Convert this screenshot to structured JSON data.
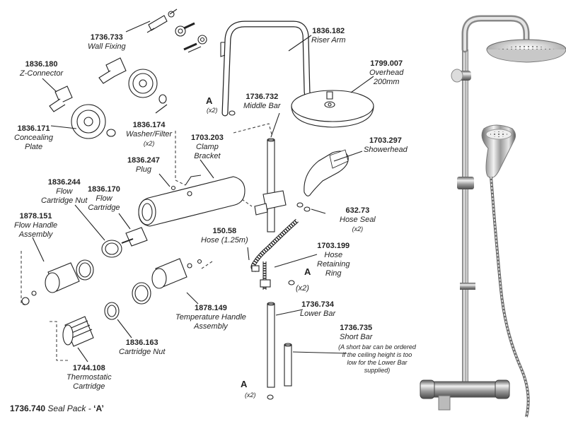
{
  "parts": [
    {
      "id": "wall-fixing",
      "code": "1736.733",
      "desc": "Wall Fixing"
    },
    {
      "id": "riser-arm",
      "code": "1836.182",
      "desc": "Riser Arm"
    },
    {
      "id": "z-connector",
      "code": "1836.180",
      "desc": "Z-Connector"
    },
    {
      "id": "overhead",
      "code": "1799.007",
      "desc1": "Overhead",
      "desc2": "200mm"
    },
    {
      "id": "middle-bar",
      "code": "1736.732",
      "desc": "Middle Bar"
    },
    {
      "id": "concealing-plate",
      "code": "1836.171",
      "desc1": "Concealing",
      "desc2": "Plate"
    },
    {
      "id": "washer-filter",
      "code": "1836.174",
      "desc": "Washer/Filter",
      "qty": "(x2)"
    },
    {
      "id": "clamp-bracket",
      "code": "1703.203",
      "desc1": "Clamp",
      "desc2": "Bracket"
    },
    {
      "id": "showerhead",
      "code": "1703.297",
      "desc": "Showerhead"
    },
    {
      "id": "plug",
      "code": "1836.247",
      "desc": "Plug"
    },
    {
      "id": "flow-cartridge-nut",
      "code": "1836.244",
      "desc1": "Flow",
      "desc2": "Cartridge Nut"
    },
    {
      "id": "flow-cartridge",
      "code": "1836.170",
      "desc1": "Flow",
      "desc2": "Cartridge"
    },
    {
      "id": "flow-handle",
      "code": "1878.151",
      "desc1": "Flow Handle",
      "desc2": "Assembly"
    },
    {
      "id": "hose-seal",
      "code": "632.73",
      "desc": "Hose Seal",
      "qty": "(x2)"
    },
    {
      "id": "hose",
      "code": "150.58",
      "desc": "Hose (1.25m)"
    },
    {
      "id": "hose-retaining-ring",
      "code": "1703.199",
      "desc1": "Hose",
      "desc2": "Retaining",
      "desc3": "Ring"
    },
    {
      "id": "lower-bar",
      "code": "1736.734",
      "desc": "Lower Bar"
    },
    {
      "id": "temperature-handle",
      "code": "1878.149",
      "desc1": "Temperature Handle",
      "desc2": "Assembly"
    },
    {
      "id": "cartridge-nut",
      "code": "1836.163",
      "desc": "Cartridge Nut"
    },
    {
      "id": "short-bar",
      "code": "1736.735",
      "desc": "Short Bar",
      "note": "(A short bar can be ordered  if the ceiling height is too low for the Lower Bar supplied)"
    },
    {
      "id": "thermostatic-cartridge",
      "code": "1744.108",
      "desc1": "Thermostatic",
      "desc2": "Cartridge"
    }
  ],
  "seal_markers": {
    "letter": "A",
    "qty": "(x2)"
  },
  "seal_pack": {
    "code": "1736.740",
    "desc": "Seal Pack - ",
    "letter": "‘A’"
  }
}
